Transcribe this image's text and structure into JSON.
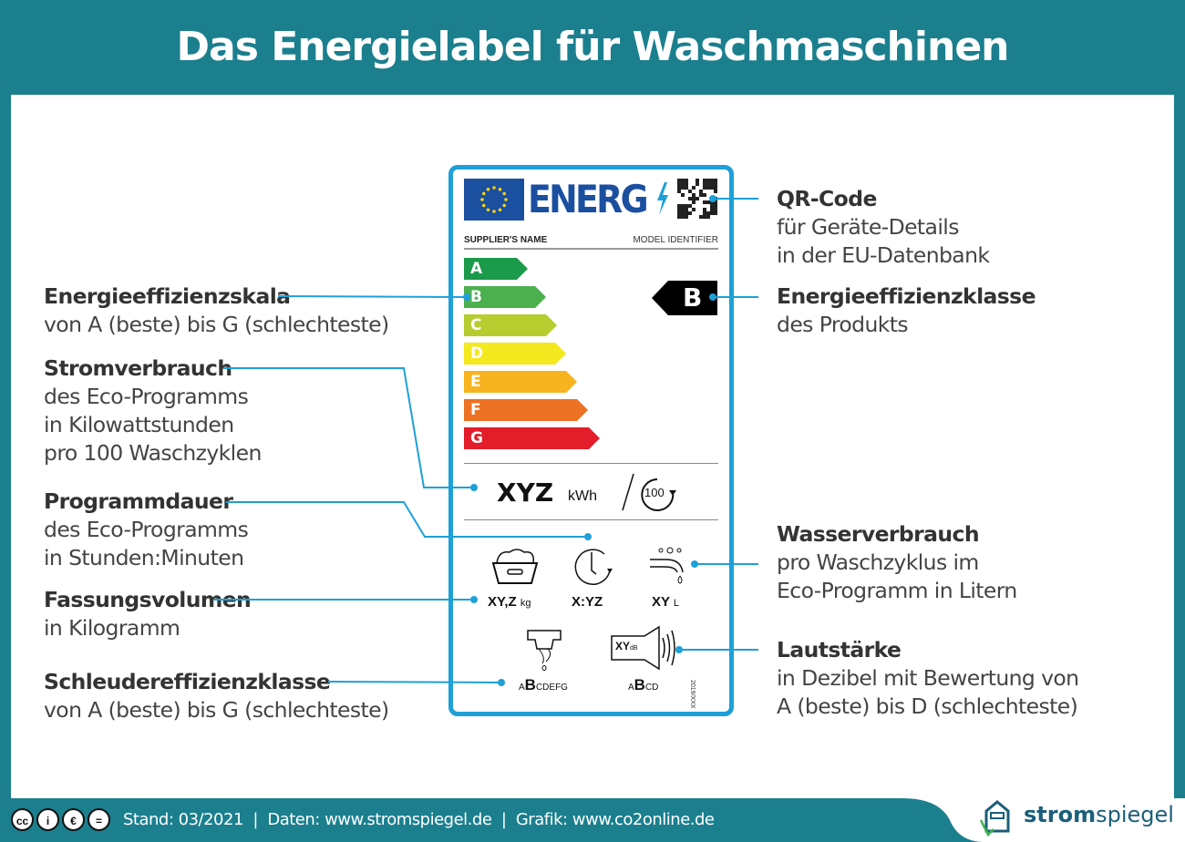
{
  "title": "Das Energielabel für Waschmaschinen",
  "label": {
    "energy_word": "ENERG",
    "supplier": "SUPPLIER'S NAME",
    "model": "MODEL IDENTIFIER",
    "classes": [
      {
        "letter": "A",
        "color": "#1a9a4a"
      },
      {
        "letter": "B",
        "color": "#4cb04f"
      },
      {
        "letter": "C",
        "color": "#b6cd2f"
      },
      {
        "letter": "D",
        "color": "#f4e81e"
      },
      {
        "letter": "E",
        "color": "#f8b41e"
      },
      {
        "letter": "F",
        "color": "#ed7223"
      },
      {
        "letter": "G",
        "color": "#e31d2a"
      }
    ],
    "product_class": "B",
    "energy_value": "XYZ",
    "energy_unit": "kWh",
    "cycles": "100",
    "capacity_value": "XY,Z",
    "capacity_unit": "kg",
    "duration": "X:YZ",
    "water_value": "XY",
    "water_unit": "L",
    "spin_scale_pre": "A",
    "spin_scale_sel": "B",
    "spin_scale_post": "CDEFG",
    "noise_value": "XY",
    "noise_unit": "dB",
    "noise_scale_pre": "A",
    "noise_scale_sel": "B",
    "noise_scale_post": "CD",
    "regulation": "2019/XXX"
  },
  "annotations": {
    "skala": {
      "title": "Energieeffizienzskala",
      "lines": [
        "von A (beste) bis G (schlechteste)"
      ]
    },
    "strom": {
      "title": "Stromverbrauch",
      "lines": [
        "des Eco-Programms",
        "in Kilowattstunden",
        "pro 100 Waschzyklen"
      ]
    },
    "dauer": {
      "title": "Programmdauer",
      "lines": [
        "des Eco-Programms",
        "in Stunden:Minuten"
      ]
    },
    "fassung": {
      "title": "Fassungsvolumen",
      "lines": [
        "in Kilogramm"
      ]
    },
    "schleuder": {
      "title": "Schleudereffizienzklasse",
      "lines": [
        "von A (beste) bis G (schlechteste)"
      ]
    },
    "qr": {
      "title": "QR-Code",
      "lines": [
        "für Geräte-Details",
        "in der EU-Datenbank"
      ]
    },
    "klasse": {
      "title": "Energieeffizienzklasse",
      "lines": [
        "des Produkts"
      ]
    },
    "wasser": {
      "title": "Wasserverbrauch",
      "lines": [
        "pro Waschzyklus im",
        "Eco-Programm in Litern"
      ]
    },
    "laut": {
      "title": "Lautstärke",
      "lines": [
        "in Dezibel mit Bewertung von",
        "A (beste) bis D (schlechteste)"
      ]
    }
  },
  "footer": {
    "text": "Stand: 03/2021  |  Daten: www.stromspiegel.de  |  Grafik: www.co2online.de",
    "logo_bold": "strom",
    "logo_rest": "spiegel",
    "line_color": "#1ea0d8"
  }
}
